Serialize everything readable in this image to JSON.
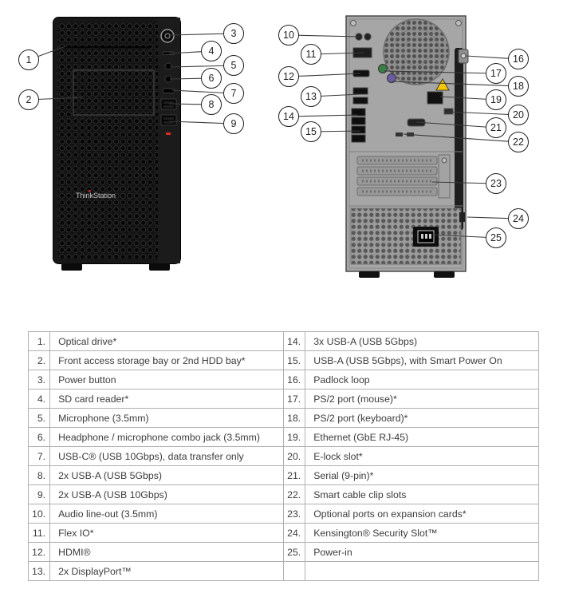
{
  "diagram": {
    "front_view": {
      "brand_label": "ThinkStation"
    },
    "callouts": [
      "1",
      "2",
      "3",
      "4",
      "5",
      "6",
      "7",
      "8",
      "9",
      "10",
      "11",
      "12",
      "13",
      "14",
      "15",
      "16",
      "17",
      "18",
      "19",
      "20",
      "21",
      "22",
      "23",
      "24",
      "25"
    ]
  },
  "legend": {
    "left": [
      {
        "num": "1.",
        "text": "Optical drive*"
      },
      {
        "num": "2.",
        "text": "Front access storage bay or 2nd HDD bay*"
      },
      {
        "num": "3.",
        "text": "Power button"
      },
      {
        "num": "4.",
        "text": "SD card reader*"
      },
      {
        "num": "5.",
        "text": "Microphone (3.5mm)"
      },
      {
        "num": "6.",
        "text": "Headphone / microphone combo jack (3.5mm)"
      },
      {
        "num": "7.",
        "text": "USB-C® (USB 10Gbps), data transfer only"
      },
      {
        "num": "8.",
        "text": "2x USB-A (USB 5Gbps)"
      },
      {
        "num": "9.",
        "text": "2x USB-A (USB 10Gbps)"
      },
      {
        "num": "10.",
        "text": "Audio line-out (3.5mm)"
      },
      {
        "num": "11.",
        "text": "Flex IO*"
      },
      {
        "num": "12.",
        "text": "HDMI®"
      },
      {
        "num": "13.",
        "text": "2x DisplayPort™"
      }
    ],
    "right": [
      {
        "num": "14.",
        "text": "3x USB-A (USB 5Gbps)"
      },
      {
        "num": "15.",
        "text": "USB-A (USB 5Gbps), with Smart Power On"
      },
      {
        "num": "16.",
        "text": "Padlock loop"
      },
      {
        "num": "17.",
        "text": "PS/2 port (mouse)*"
      },
      {
        "num": "18.",
        "text": "PS/2 port (keyboard)*"
      },
      {
        "num": "19.",
        "text": "Ethernet (GbE RJ-45)"
      },
      {
        "num": "20.",
        "text": "E-lock slot*"
      },
      {
        "num": "21.",
        "text": "Serial (9-pin)*"
      },
      {
        "num": "22.",
        "text": "Smart cable clip slots"
      },
      {
        "num": "23.",
        "text": "Optional ports on expansion cards*"
      },
      {
        "num": "24.",
        "text": "Kensington® Security Slot™"
      },
      {
        "num": "25.",
        "text": "Power-in"
      }
    ]
  },
  "colors": {
    "accent_red": "#e1251b",
    "warning_yellow": "#f6c700"
  }
}
